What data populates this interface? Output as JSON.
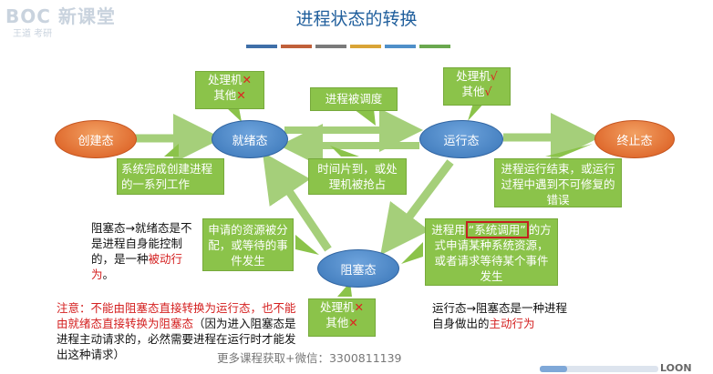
{
  "logo": {
    "main": "BOC 新课堂",
    "sub": "王道 考研"
  },
  "title": "进程状态的转换",
  "colors": {
    "stripe_1": "#3f6fa8",
    "stripe_2": "#c0603a",
    "stripe_3": "#7a7a7a",
    "stripe_4": "#d9a436",
    "stripe_5": "#4f8fc9",
    "stripe_6": "#6aa84f"
  },
  "states": {
    "create": "创建态",
    "ready": "就绪态",
    "running": "运行态",
    "terminated": "终止态",
    "blocked": "阻塞态"
  },
  "callouts": {
    "ready_resources": {
      "line1_a": "处理机",
      "line1_b": "✕",
      "line2_a": "其他",
      "line2_b": "✕"
    },
    "running_resources": {
      "line1_a": "处理机",
      "line1_b": "√",
      "line2_a": "其他",
      "line2_b": "√"
    },
    "blocked_resources": {
      "line1_a": "处理机",
      "line1_b": "✕",
      "line2_a": "其他",
      "line2_b": "✕"
    },
    "scheduled": "进程被调度",
    "create_done": "系统完成创建进程的一系列工作",
    "timeslice": "时间片到，或处理机被抢占",
    "finish": "进程运行结束，或运行过程中遇到不可修复的错误",
    "resource_ready": "申请的资源被分配，或等待的事件发生",
    "syscall_a": "进程用",
    "syscall_b": "“系统调用”",
    "syscall_c": "的方式申请某种系统资源，或者请求等待某个事件发生"
  },
  "notes": {
    "passive_a": "阻塞态→就绪态是不是进程自身能控制的，是一种",
    "passive_b": "被动行为",
    "passive_c": "。",
    "warning_a": "注意：不能由阻塞态直接转换为运行态，也不能由就绪态直接转换为阻塞态",
    "warning_b": "（因为进入阻塞态是进程主动请求的，必然需要进程在运行时才能发出这种请求）",
    "active_a": "运行态→阻塞态是一种进程自身做出的",
    "active_b": "主动行为"
  },
  "watermark": "更多课程获取+微信：3300811139",
  "corner": "LOON"
}
